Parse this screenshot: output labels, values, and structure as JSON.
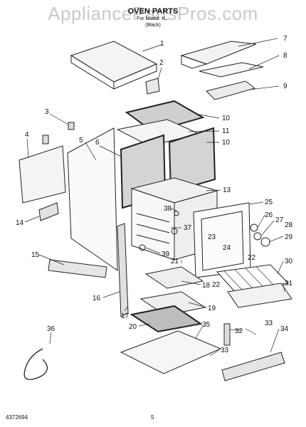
{
  "watermark": "AppliancePartsPros.com",
  "header": {
    "title": "OVEN PARTS",
    "model_line": "For Model: K...",
    "color_line": "(Black)"
  },
  "footer": {
    "part_number": "4372694",
    "page": "5"
  },
  "callouts": [
    "1",
    "2",
    "3",
    "4",
    "5",
    "6",
    "7",
    "8",
    "9",
    "10",
    "10",
    "11",
    "13",
    "14",
    "15",
    "16",
    "17",
    "18",
    "19",
    "20",
    "21",
    "22",
    "22",
    "23",
    "24",
    "25",
    "26",
    "27",
    "28",
    "29",
    "30",
    "31",
    "32",
    "33",
    "33",
    "34",
    "35",
    "36",
    "37",
    "38",
    "39"
  ]
}
